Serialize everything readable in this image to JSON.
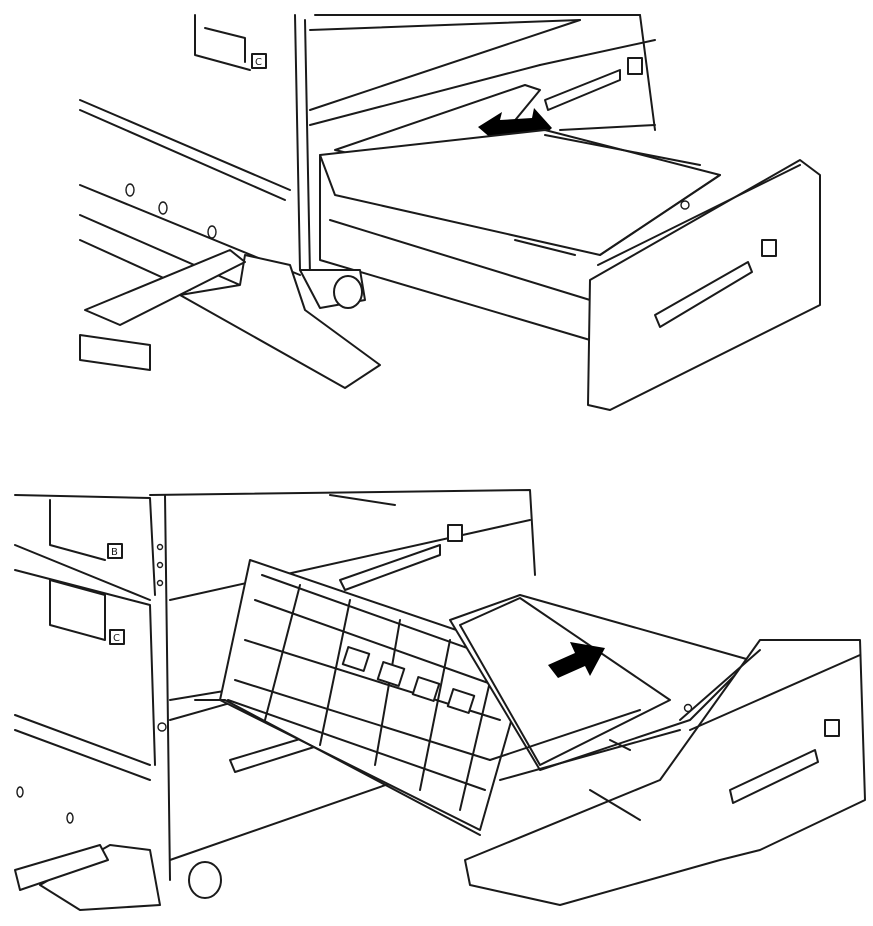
{
  "figures": [
    {
      "id": "step-remove-paper-from-drawer",
      "labels": {
        "panel": "C"
      }
    },
    {
      "id": "step-open-cover-and-remove-paper",
      "labels": {
        "panel_upper": "B",
        "panel_lower": "C"
      }
    }
  ],
  "colors": {
    "line": "#1a1a1a",
    "arrow": "#000000",
    "background": "#ffffff"
  },
  "icons": [
    "push-arrow-icon",
    "drawer-label-icon"
  ]
}
